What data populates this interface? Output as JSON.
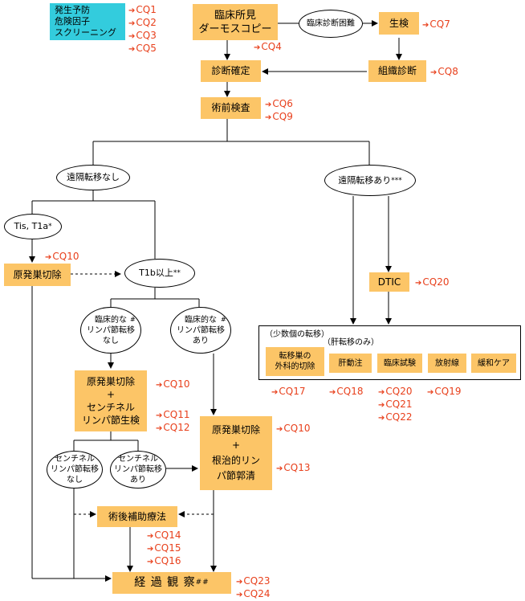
{
  "screening": {
    "lines": [
      "発生予防",
      "危険因子",
      "スクリーニング"
    ]
  },
  "nodes": {
    "clinical": "臨床所見\nダーモスコピー",
    "difficult": "臨床診断困難",
    "biopsy": "生検",
    "histology": "組織診断",
    "confirmed": "診断確定",
    "preop": "術前検査",
    "no_mets": "遠隔転移なし",
    "mets": "遠隔転移あり",
    "mets_sup": "***",
    "tis": "Tis, T1a",
    "tis_sup": "*",
    "excision1": "原発巣切除",
    "t1b": "T1b以上",
    "t1b_sup": "**",
    "ln_no": "臨床的な\nリンパ節転移\nなし",
    "ln_no_sup": "#",
    "ln_yes": "臨床的な\nリンパ節転移\nあり",
    "ln_yes_sup": "#",
    "sln_biopsy": "原発巣切除\n+\nセンチネル\nリンパ節生検",
    "sentinel_no": "センチネル\nリンパ節転移\nなし",
    "sentinel_yes": "センチネル\nリンパ節転移\nあり",
    "radical": "原発巣切除\n+\n根治的リン\nパ節郭清",
    "adjuvant": "術後補助療法",
    "followup": "経 過 観 察",
    "followup_sup": "##",
    "dtic": "DTIC"
  },
  "treatment_frame": {
    "label_left": "（少数個の転移）",
    "label_right": "（肝転移のみ）",
    "boxes": [
      "転移巣の\n外科的切除",
      "肝動注",
      "臨床試験",
      "放射線",
      "緩和ケア"
    ]
  },
  "refs": {
    "screening": [
      "CQ1",
      "CQ2",
      "CQ3",
      "CQ5"
    ],
    "clinical": [
      "CQ4"
    ],
    "biopsy": [
      "CQ7"
    ],
    "histology": [
      "CQ8"
    ],
    "preop": [
      "CQ6",
      "CQ9"
    ],
    "excision1": [
      "CQ10"
    ],
    "dtic": [
      "CQ20"
    ],
    "surgical": [
      "CQ17"
    ],
    "hepatic": [
      "CQ18"
    ],
    "trial": [
      "CQ20",
      "CQ21",
      "CQ22"
    ],
    "radiation": [
      "CQ19"
    ],
    "sln1": [
      "CQ10"
    ],
    "sln2": [
      "CQ11",
      "CQ12"
    ],
    "radical1": [
      "CQ10"
    ],
    "radical2": [
      "CQ13"
    ],
    "adjuvant": [
      "CQ14",
      "CQ15",
      "CQ16"
    ],
    "followup": [
      "CQ23",
      "CQ24"
    ]
  }
}
